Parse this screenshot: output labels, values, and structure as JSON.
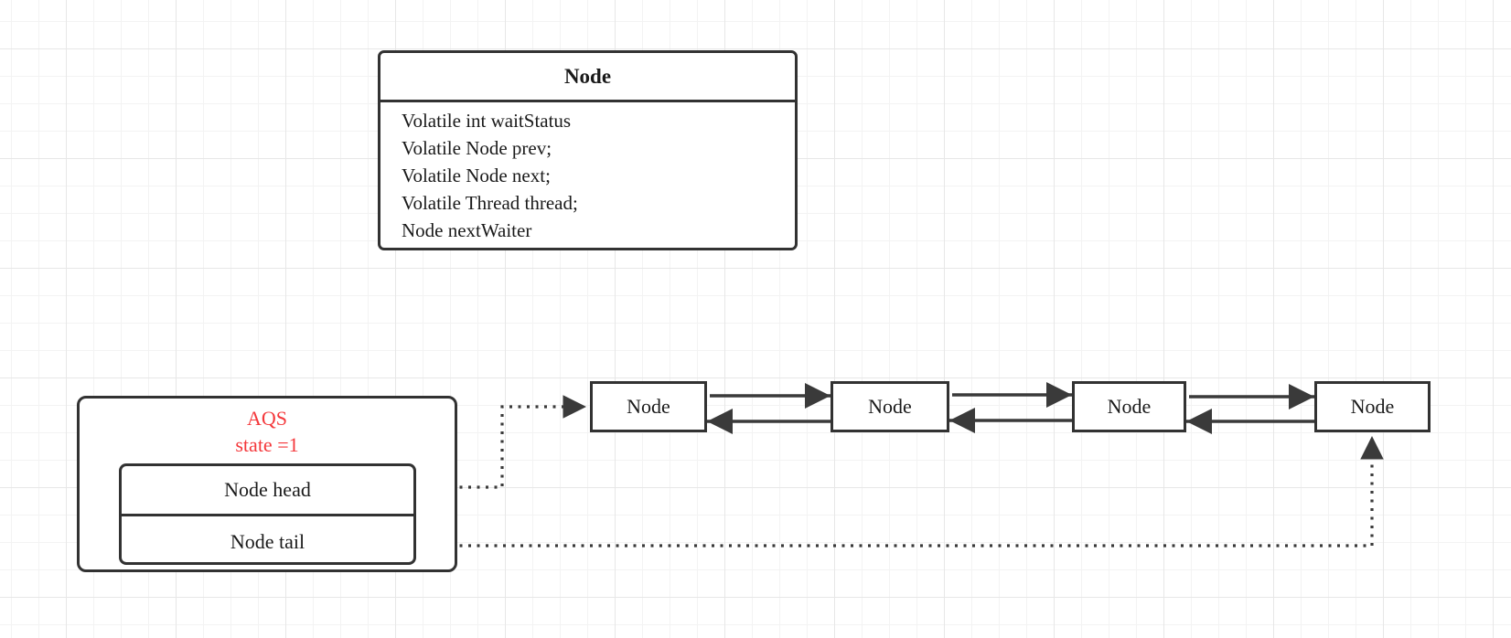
{
  "class_box": {
    "title": "Node",
    "fields": [
      "Volatile int waitStatus",
      "Volatile Node prev;",
      "Volatile Node next;",
      "Volatile Thread thread;",
      "Node nextWaiter"
    ]
  },
  "aqs": {
    "title": "AQS",
    "state": "state =1",
    "head_label": "Node head",
    "tail_label": "Node tail"
  },
  "queue": {
    "nodes": [
      "Node",
      "Node",
      "Node",
      "Node"
    ]
  },
  "colors": {
    "shape_stroke": "#323232",
    "connector_stroke": "#3a3a3a",
    "accent_red": "#f4383b",
    "grid_minor": "#f3f3f3",
    "grid_major": "#e7e7e7"
  }
}
